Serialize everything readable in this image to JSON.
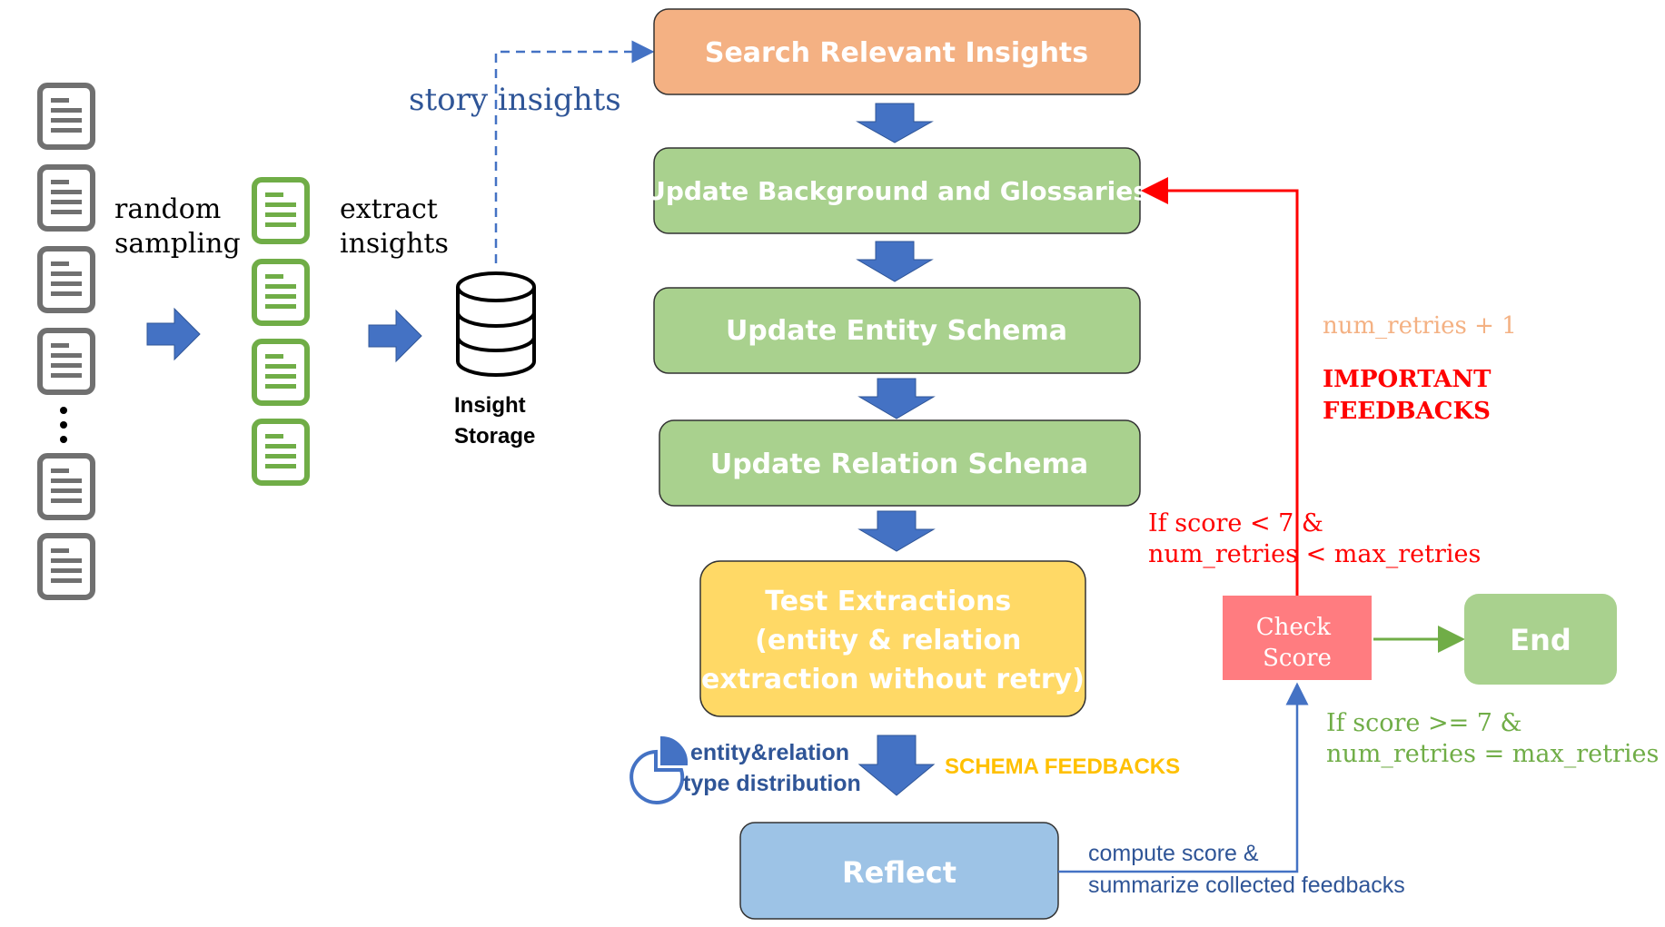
{
  "left": {
    "random_sampling": [
      "random",
      "sampling"
    ],
    "extract_insights": [
      "extract",
      "insights"
    ],
    "storage_label": [
      "Insight",
      "Storage"
    ],
    "story_insights": "story insights"
  },
  "steps": {
    "search": "Search Relevant Insights",
    "background": "Update Background and Glossaries",
    "entity": "Update Entity Schema",
    "relation": "Update Relation Schema",
    "test": [
      "Test Extractions",
      "(entity & relation",
      "extraction without retry)"
    ],
    "reflect": "Reflect",
    "check": [
      "Check",
      "Score"
    ],
    "end": "End"
  },
  "annotations": {
    "distribution": [
      "entity&relation",
      "type distribution"
    ],
    "schema_feedbacks": "SCHEMA FEEDBACKS",
    "compute": [
      "compute score &",
      "summarize collected feedbacks"
    ],
    "num_retries_plus": "num_retries + 1",
    "important": [
      "IMPORTANT",
      "FEEDBACKS"
    ],
    "retry_condition": [
      "If score < 7 &",
      "num_retries < max_retries"
    ],
    "end_condition": [
      "If score >= 7 &",
      "num_retries = max_retries"
    ]
  },
  "colors": {
    "orange_box": "#F4B183",
    "green_box": "#A9D18E",
    "yellow_box": "#FFD966",
    "blue_box": "#9DC3E6",
    "check_box": "#FF7C80",
    "arrow_blue": "#4472C4",
    "doc_gray": "#707070",
    "doc_green": "#70AD47",
    "red": "#FF0000",
    "orange_text": "#F4B183",
    "green_text": "#70AD47",
    "blue_text": "#2F5597",
    "yellow_text": "#FFC000"
  }
}
